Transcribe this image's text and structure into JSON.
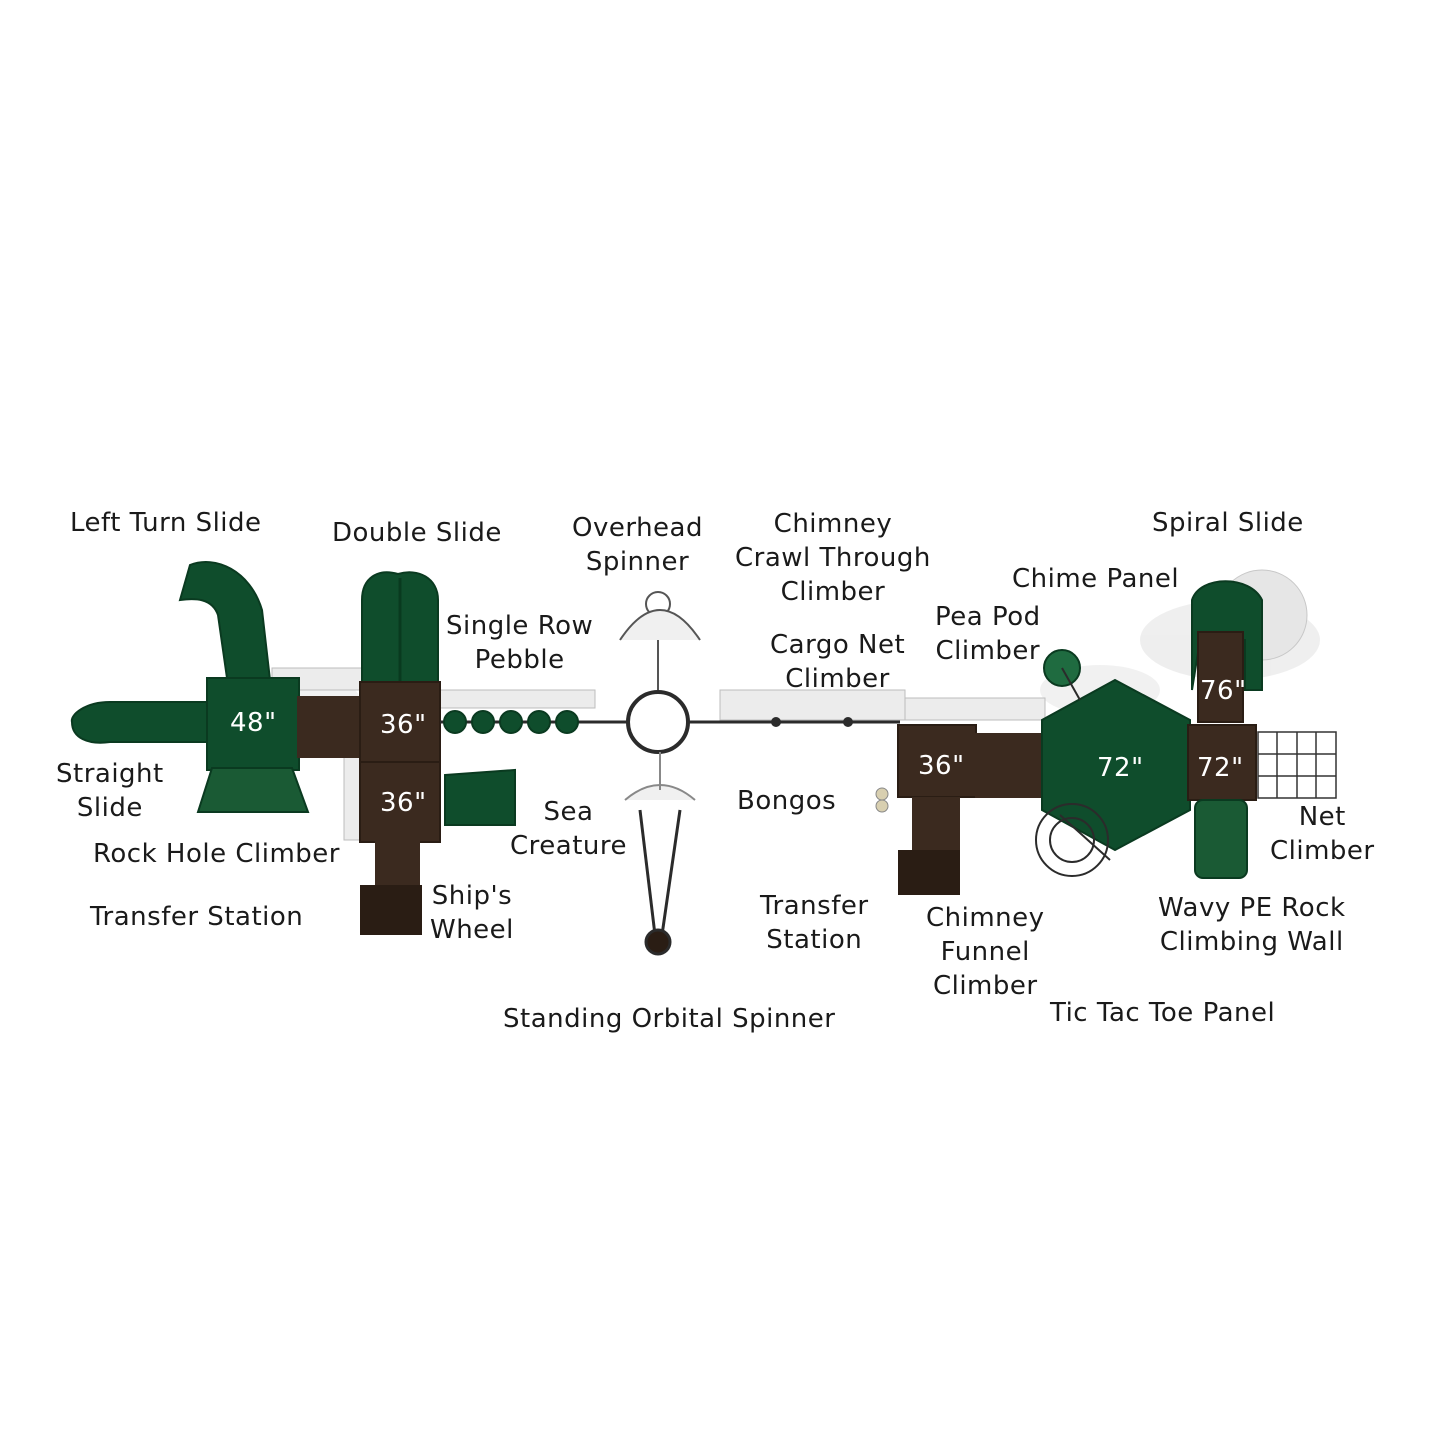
{
  "colors": {
    "deck": "#3b2a1f",
    "deck_dark": "#2a1d14",
    "green": "#0f4d2c",
    "green_light": "#1f6b40",
    "rail": "#e6e6e6",
    "metal": "#2b2b2b",
    "label": "#1a1a1a",
    "height_text": "#ffffff"
  },
  "deck_heights": {
    "left_square": "48\"",
    "double_slide_deck": "36\"",
    "lower_deck": "36\"",
    "transfer_deck": "36\"",
    "hex_deck": "72\"",
    "right_deck": "72\"",
    "spiral_deck": "76\""
  },
  "labels": {
    "left_turn_slide": "Left Turn Slide",
    "double_slide": "Double Slide",
    "overhead_spinner": [
      "Overhead",
      "Spinner"
    ],
    "chimney_crawl": [
      "Chimney",
      "Crawl Through",
      "Climber"
    ],
    "spiral_slide": "Spiral Slide",
    "chime_panel": "Chime Panel",
    "single_row_pebble": [
      "Single Row",
      "Pebble"
    ],
    "cargo_net": [
      "Cargo Net",
      "Climber"
    ],
    "pea_pod": [
      "Pea Pod",
      "Climber"
    ],
    "straight_slide": [
      "Straight",
      "Slide"
    ],
    "sea_creature": [
      "Sea",
      "Creature"
    ],
    "bongos": "Bongos",
    "net_climber": [
      "Net",
      "Climber"
    ],
    "rock_hole": "Rock Hole Climber",
    "ships_wheel": [
      "Ship's",
      "Wheel"
    ],
    "transfer_station_left": "Transfer Station",
    "transfer_station_mid": [
      "Transfer",
      "Station"
    ],
    "chimney_funnel": [
      "Chimney",
      "Funnel",
      "Climber"
    ],
    "wavy_rock": [
      "Wavy PE Rock",
      "Climbing Wall"
    ],
    "standing_orbital": "Standing Orbital Spinner",
    "tic_tac_toe": "Tic Tac Toe Panel"
  }
}
